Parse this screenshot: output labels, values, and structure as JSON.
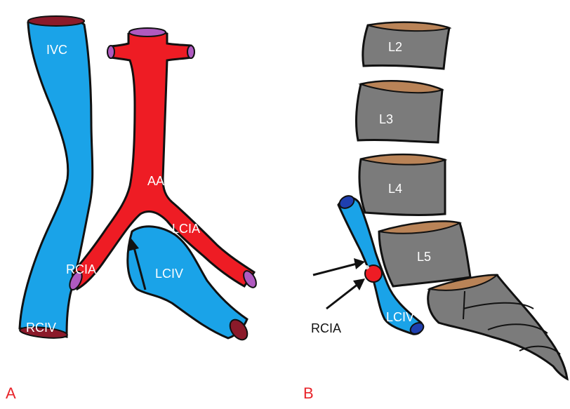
{
  "panel_a": {
    "letter": "A",
    "labels": {
      "ivc": "IVC",
      "aa": "AA",
      "lcia": "LCIA",
      "rcia": "RCIA",
      "lciv": "LCIV",
      "rciv": "RCIV"
    }
  },
  "panel_b": {
    "letter": "B",
    "labels": {
      "l2": "L2",
      "l3": "L3",
      "l4": "L4",
      "l5": "L5",
      "rcia": "RCIA",
      "lciv": "LCIV"
    }
  },
  "colors": {
    "vein": "#1aa3e8",
    "artery": "#ee1c24",
    "vertebra": "#7b7b7b",
    "vertebra_top": "#b98357",
    "vessel_cap_dark": "#8b1a2a",
    "vessel_cap_purple": "#b05ac0",
    "panel_letter": "#e8242a"
  }
}
